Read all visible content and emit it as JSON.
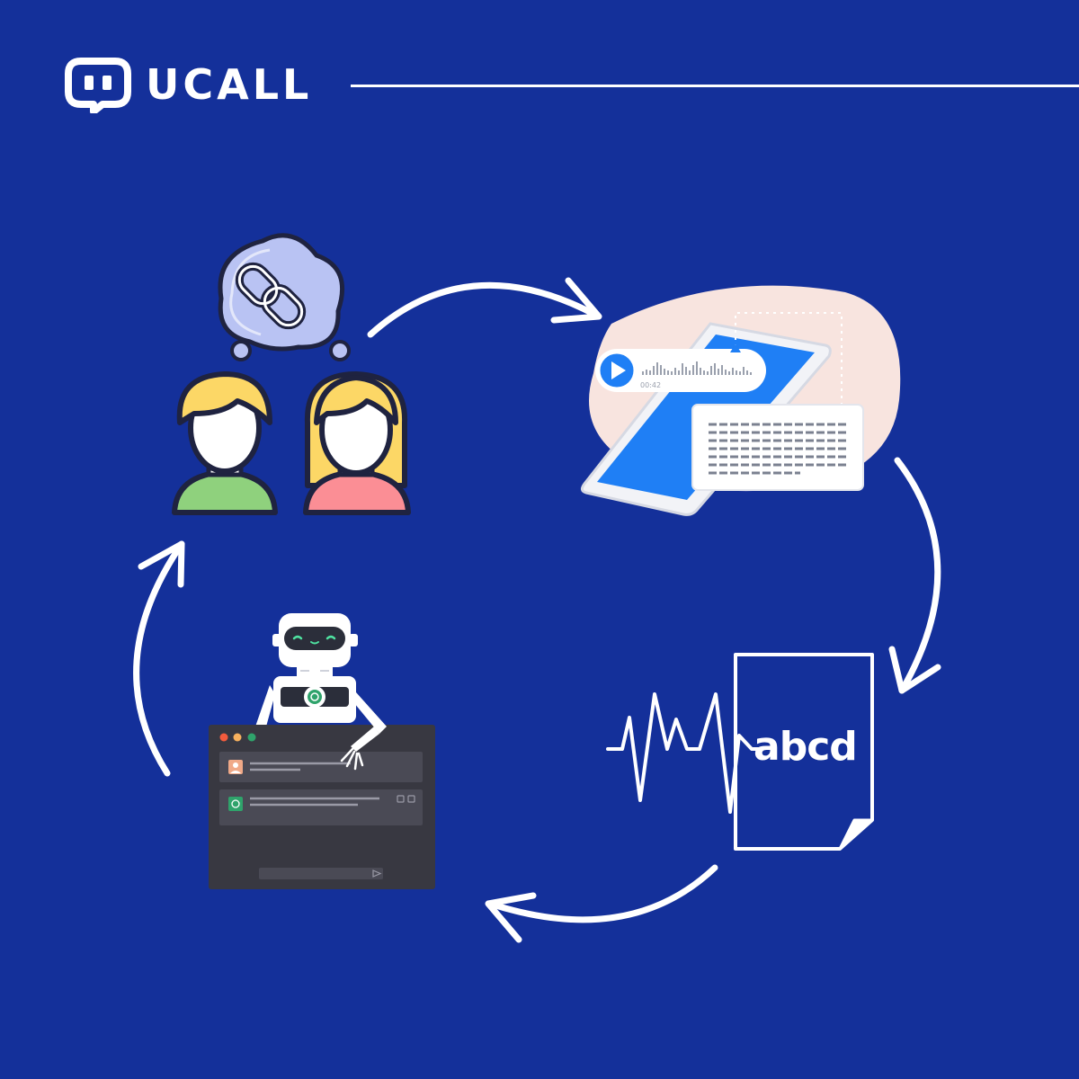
{
  "brand": {
    "name": "UCALL",
    "logo_icon": "ucall-chat-logo-icon",
    "colors": {
      "background": "#14309a",
      "foreground": "#ffffff"
    }
  },
  "audio_message": {
    "duration": "00:42"
  },
  "transcript": {
    "text": "abcd"
  },
  "colors": {
    "hair": "#fcd766",
    "person_left_shirt": "#8fd17d",
    "person_right_shirt": "#fb8e95",
    "thought_cloud": "#b9c3f3",
    "blob": "#f8e4df",
    "phone_screen": "#1f7ff5",
    "window_dark": "#383841",
    "chip_green": "#2fa36b"
  }
}
